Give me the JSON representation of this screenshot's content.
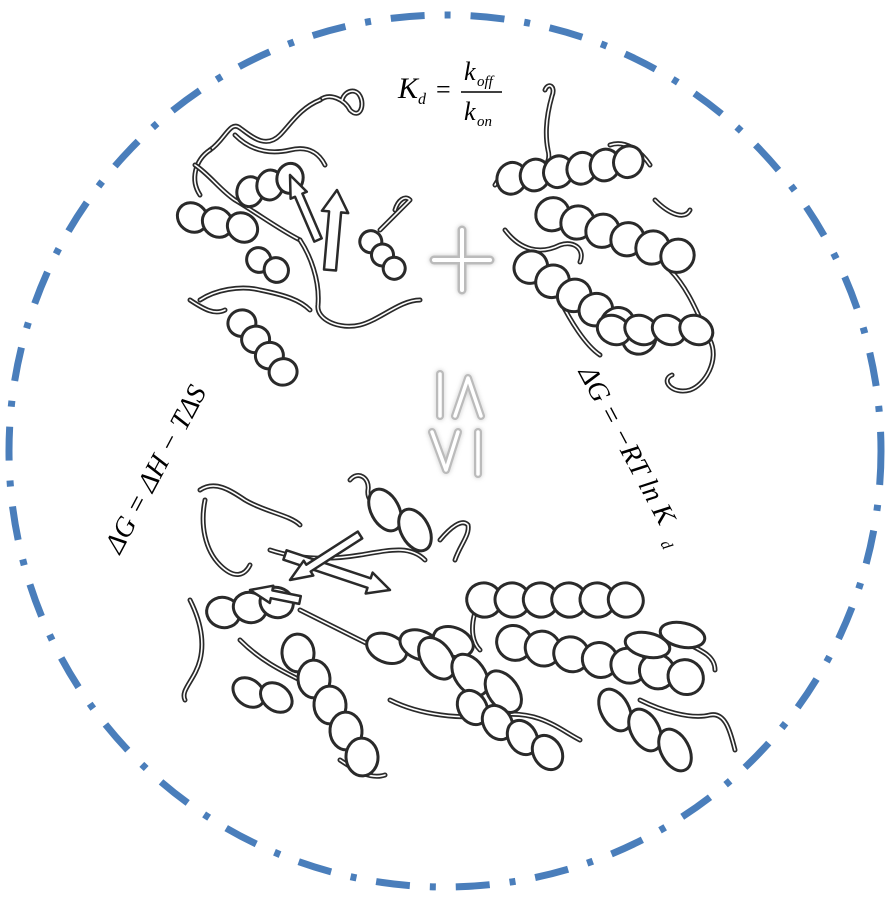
{
  "colors": {
    "border": "#4a7ebb",
    "ribbon_stroke": "#2a2a2a",
    "ribbon_fill": "#ffffff",
    "symbol_stroke": "#bbbbbb"
  },
  "equations": {
    "kd": {
      "lhs_main": "K",
      "lhs_sub": "d",
      "equals": "=",
      "num_main": "k",
      "num_sub": "off",
      "den_main": "k",
      "den_sub": "on"
    },
    "gibbs_left": {
      "text": "ΔG = ΔH − TΔS"
    },
    "gibbs_right": {
      "pre": "ΔG = −RT ln K",
      "sub": "d"
    }
  },
  "symbols": {
    "plus": "plus-symbol",
    "equilibrium": "equilibrium-symbol"
  }
}
